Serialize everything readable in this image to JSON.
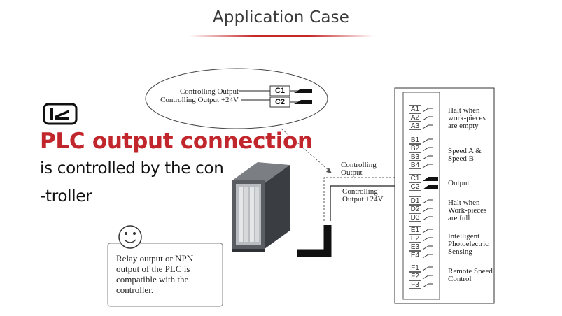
{
  "title": "Application Case",
  "heading": "PLC output connection",
  "subtext_line1": "is controlled by the con",
  "subtext_line2": "-troller",
  "note": "Relay output or NPN output of the PLC is compatible with the controller.",
  "zoom_callout": {
    "label_c1": "Controlling Output",
    "label_c2": "Controlling Output +24V",
    "terminal_c1": "C1",
    "terminal_c2": "C2"
  },
  "wiring_labels": {
    "c1": "Controlling Output",
    "c2": "Controlling Output +24V"
  },
  "terminal_groups": [
    {
      "terminals": [
        "A1",
        "A2",
        "A3"
      ],
      "description": "Halt when work-pieces are empty"
    },
    {
      "terminals": [
        "B1",
        "B2",
        "B3",
        "B4"
      ],
      "description": "Speed A & Speed B"
    },
    {
      "terminals": [
        "C1",
        "C2"
      ],
      "description": "Output"
    },
    {
      "terminals": [
        "D1",
        "D2",
        "D3"
      ],
      "description": "Halt when Work-pieces are full"
    },
    {
      "terminals": [
        "E1",
        "E2",
        "E3",
        "E4"
      ],
      "description": "Intelligent Photoelectric Sensing"
    },
    {
      "terminals": [
        "F1",
        "F2",
        "F3"
      ],
      "description": "Remote Speed Control"
    }
  ]
}
